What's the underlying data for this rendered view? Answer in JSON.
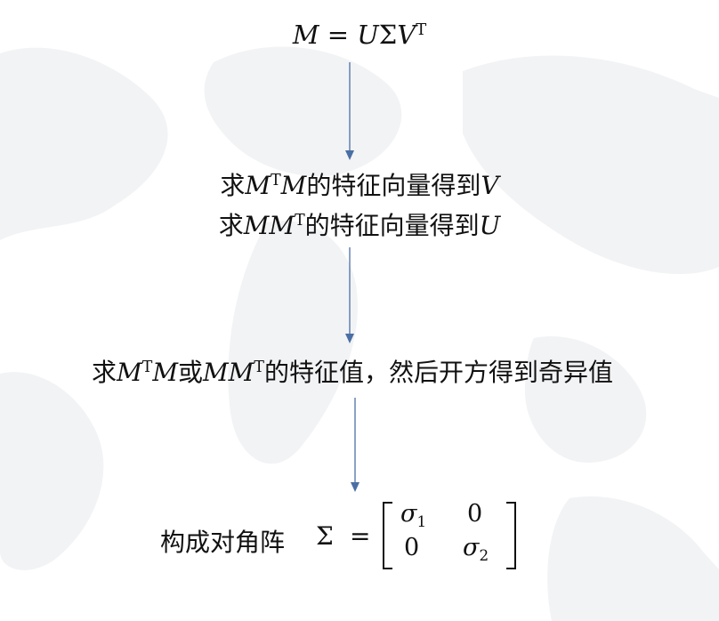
{
  "formula": {
    "lhs": "M",
    "eq": "=",
    "u": "U",
    "sigma": "Σ",
    "v": "V",
    "sup": "T"
  },
  "step1": {
    "line1": {
      "prefix": "求",
      "m1": "M",
      "sup": "T",
      "m2": "M",
      "text": "的特征向量得到",
      "result": "V"
    },
    "line2": {
      "prefix": "求",
      "m1": "M",
      "m2": "M",
      "sup": "T",
      "text": "的特征向量得到",
      "result": "U"
    }
  },
  "step2": {
    "prefix": "求",
    "a1": "M",
    "a_sup": "T",
    "a2": "M",
    "or": "或",
    "b1": "M",
    "b2": "M",
    "b_sup": "T",
    "text": "的特征值，然后开方得到奇异值"
  },
  "step3": {
    "label": "构成对角阵",
    "sigma": "Σ",
    "eq": "=",
    "matrix": {
      "r1c1": "σ",
      "r1c1_sub": "1",
      "r1c2": "0",
      "r2c1": "0",
      "r2c2": "σ",
      "r2c2_sub": "2"
    }
  },
  "colors": {
    "arrow": "#4a6fa5",
    "text": "#111111",
    "background_map": "#f3f4f6"
  }
}
